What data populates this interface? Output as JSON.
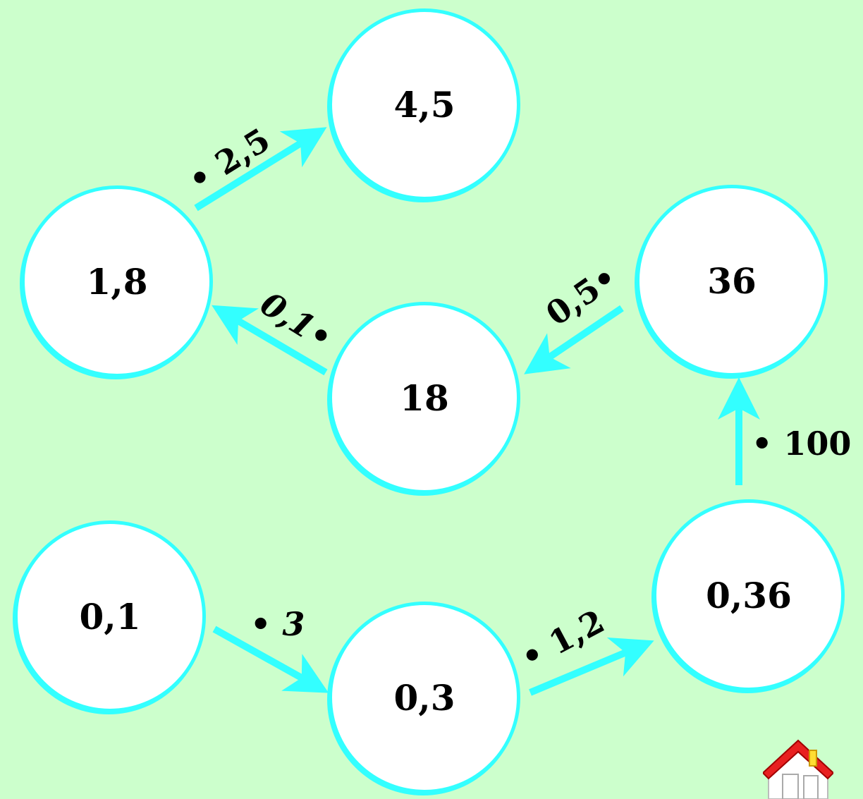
{
  "colors": {
    "background": "#ccffcc",
    "accent": "#33ffff",
    "node_fill": "#ffffff",
    "text": "#000000"
  },
  "nodes": {
    "n01": "0,1",
    "n03": "0,3",
    "n036": "0,36",
    "n36": "36",
    "n18": "18",
    "n18b": "1,8",
    "n45": "4,5"
  },
  "edges": {
    "e1": "• 3",
    "e2": "• 1,2",
    "e3": "• 100",
    "e4": "0,5•",
    "e5": "0,1•",
    "e6": "• 2,5"
  },
  "icons": {
    "home": "home-icon"
  }
}
